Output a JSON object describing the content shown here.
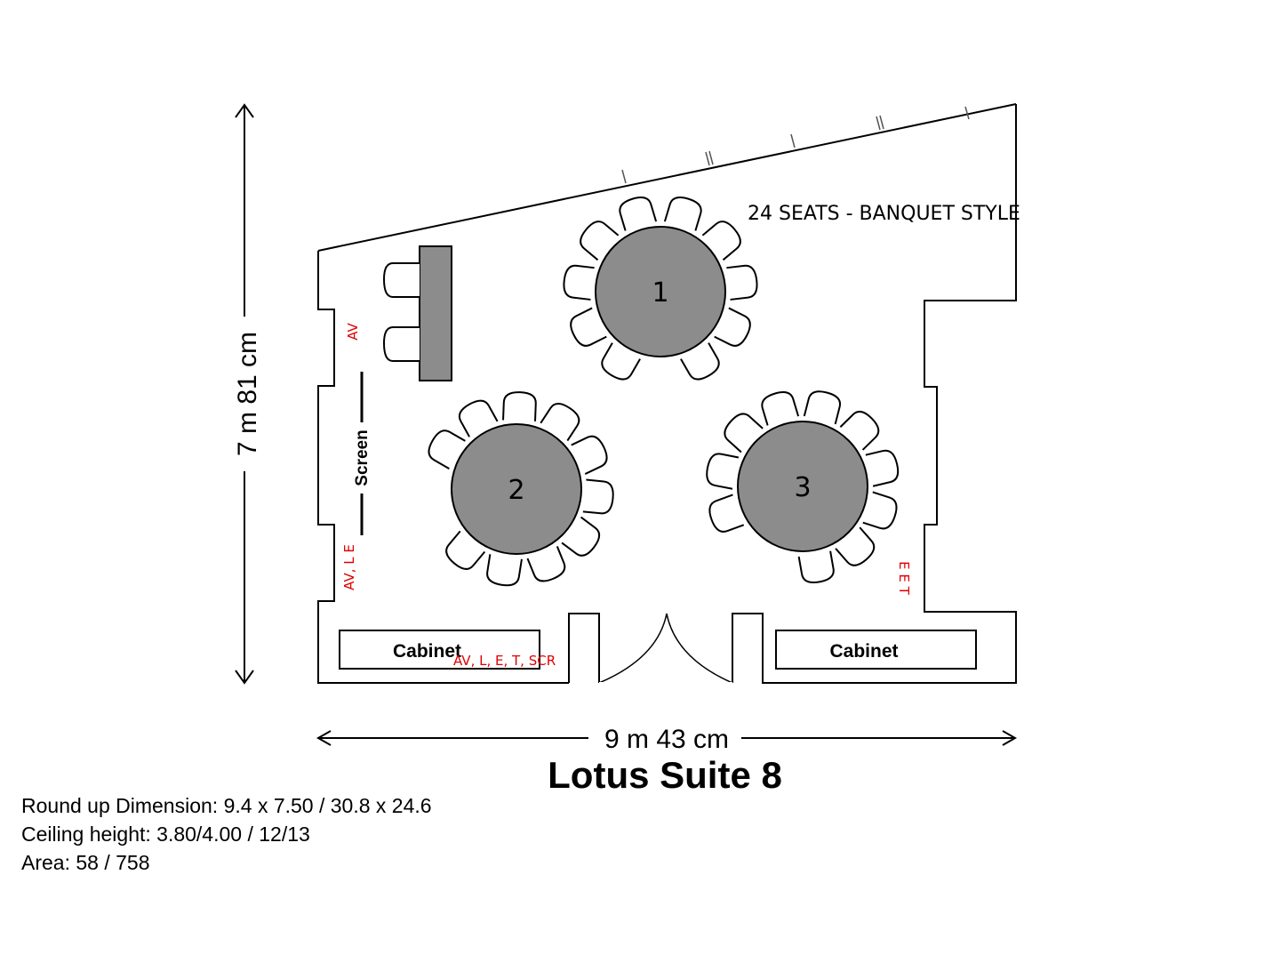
{
  "title": "Lotus Suite 8",
  "seating_label": "24 SEATS - BANQUET STYLE",
  "dimensions": {
    "width": "9 m 43 cm",
    "height": "7 m 81 cm"
  },
  "screen_label": "Screen",
  "tables": [
    {
      "number": "1",
      "seats": 10
    },
    {
      "number": "2",
      "seats": 10
    },
    {
      "number": "3",
      "seats": 10
    }
  ],
  "cabinets": {
    "left": "Cabinet",
    "right": "Cabinet"
  },
  "outlet_labels": {
    "av_upper": "AV",
    "av_lower": "AV, L E",
    "cabinet_left": "AV, L, E, T, SCR",
    "right_wall": "E E T"
  },
  "notes": [
    "Round up Dimension: 9.4 x 7.50 / 30.8 x 24.6",
    "Ceiling height: 3.80/4.00 / 12/13",
    "Area: 58 / 758"
  ],
  "colors": {
    "table_fill": "#8c8c8c",
    "outlet_red": "#e00000",
    "line": "#000000"
  }
}
